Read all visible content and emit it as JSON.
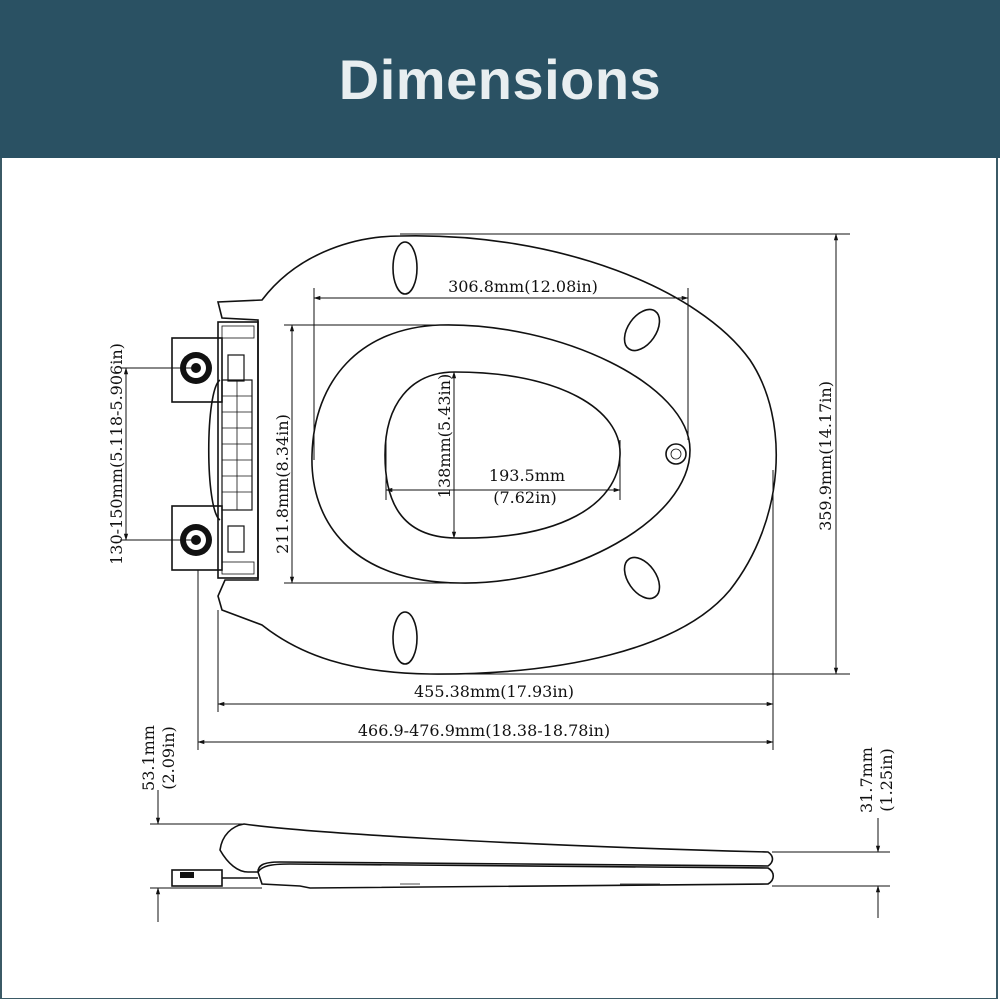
{
  "header": {
    "title": "Dimensions",
    "background": "#2a5163",
    "text_color": "#e8eef0"
  },
  "dimensions": {
    "hinge_spacing": "130-150mm(5.118-5.906in)",
    "inner_opening_length": "306.8mm(12.08in)",
    "seat_inner_width": "211.8mm(8.34in)",
    "hole_width": "138mm(5.43in)",
    "hole_length_mm": "193.5mm",
    "hole_length_in": "(7.62in)",
    "outer_width": "359.9mm(14.17in)",
    "seat_length": "455.38mm(17.93in)",
    "total_length": "466.9-476.9mm(18.38-18.78in)",
    "total_height_mm": "53.1mm",
    "total_height_in": "(2.09in)",
    "seat_thickness_mm": "31.7mm",
    "seat_thickness_in": "(1.25in)"
  }
}
